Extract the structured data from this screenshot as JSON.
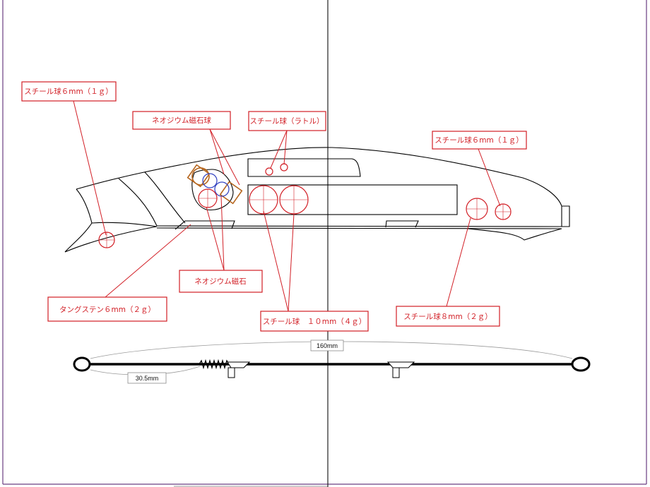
{
  "colors": {
    "annotation": "#d21f26",
    "outline": "#000000",
    "page_border": "#6a3d82",
    "magnet_holder": "#b5651d",
    "magnet_ball": "#3040c0",
    "dimension_line": "#9a9a9a"
  },
  "labels": {
    "steel_6mm_left": "スチール球６mm（１ｇ）",
    "neodymium_ball": "ネオジウム磁石球",
    "steel_rattle": "スチール球（ラトル）",
    "steel_6mm_right": "スチール球６mm（１ｇ）",
    "neodymium_magnet": "ネオジウム磁石",
    "tungsten_6mm": "タングステン６mm（２ｇ）",
    "steel_10mm": "スチール球　１０mm（４ｇ）",
    "steel_8mm": "スチール球８mm（２ｇ）"
  },
  "dimensions": {
    "total_length": "160mm",
    "front_length": "30.5mm"
  }
}
